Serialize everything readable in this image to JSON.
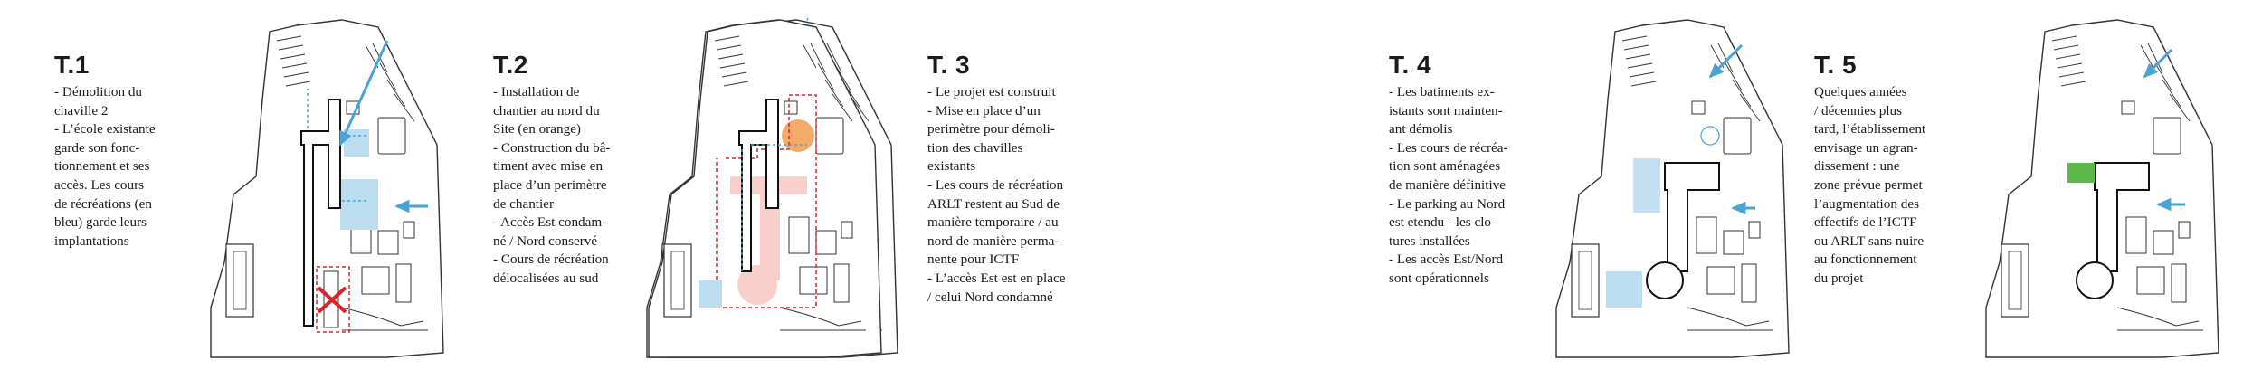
{
  "phases": [
    {
      "title": "T.1",
      "lines": [
        "- Démolition du",
        "chaville 2",
        "- L’école existante",
        "garde son fonc-",
        "tionnement et ses",
        "accès. Les cours",
        "de récréations (en",
        "bleu) garde leurs",
        "implantations"
      ]
    },
    {
      "title": "T.2",
      "lines": [
        "- Installation de",
        "chantier au nord du",
        "Site (en orange)",
        "- Construction du bâ-",
        "timent avec mise en",
        "place d’un perimètre",
        "de chantier",
        "- Accès Est condam-",
        "né / Nord conservé",
        "- Cours de récréation",
        "délocalisées au sud"
      ]
    },
    {
      "title": "T. 3",
      "lines": [
        "- Le projet est construit",
        "- Mise en place d’un",
        "perimètre pour démoli-",
        "tion des chavilles",
        "existants",
        "- Les cours de récréation",
        "ARLT restent au Sud de",
        "manière temporaire / au",
        "nord de manière perma-",
        "nente pour ICTF",
        "- L’accès Est est en place",
        "/ celui Nord condamné"
      ]
    },
    {
      "title": "T. 4",
      "lines": [
        "-  Les batiments ex-",
        "istants sont mainten-",
        "ant démolis",
        "- Les cours de récréa-",
        "tion sont aménagées",
        "de manière définitive",
        "- Le parking au Nord",
        "est etendu - les clo-",
        "tures installées",
        "- Les accès Est/Nord",
        "sont opérationnels"
      ]
    },
    {
      "title": "T. 5",
      "lines": [
        "Quelques années",
        "/ décennies plus",
        "tard, l’établissement",
        "envisage un agran-",
        "dissement : une",
        "zone prévue permet",
        "l’augmentation des",
        "effectifs de l’ICTF",
        "ou ARLT sans nuire",
        "au fonctionnement",
        "du projet"
      ]
    }
  ],
  "colors": {
    "blue_court": "#bcdcf0",
    "blue_arrow": "#4aa3d6",
    "demolition": "#d9252a",
    "site_orange": "#f2a25a",
    "pink_zone": "#f9cfcc",
    "extension_green": "#5bb94a",
    "line": "#333333"
  }
}
